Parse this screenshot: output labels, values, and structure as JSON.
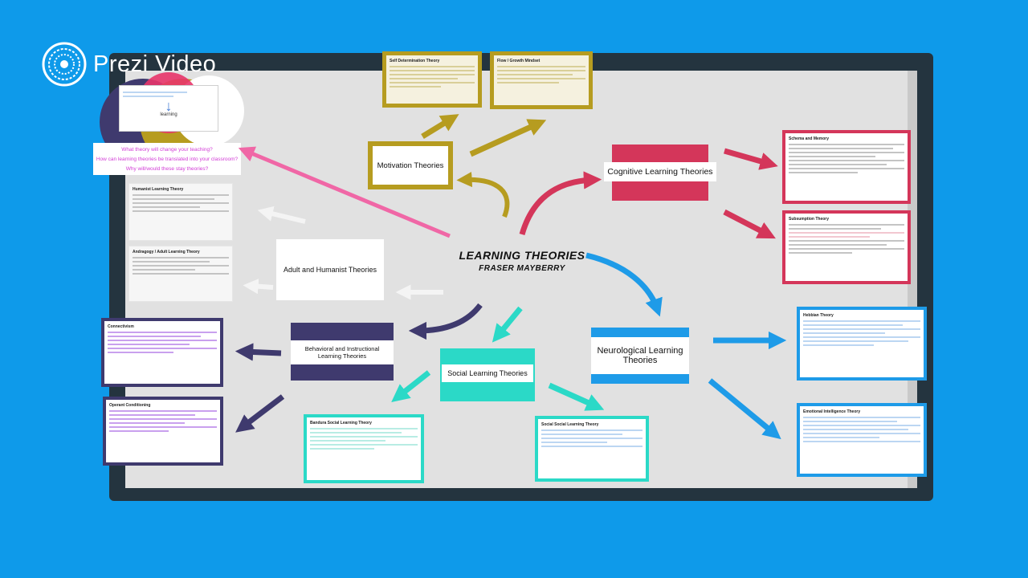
{
  "brand": {
    "name": "Prezi Video"
  },
  "central": {
    "title": "LEARNING THEORIES",
    "author": "FRASER MAYBERRY"
  },
  "theories": {
    "motivation": "Motivation Theories",
    "cognitive": "Cognitive Learning Theories",
    "adult_humanist": "Adult and Humanist Theories",
    "behavioral": "Behavioral and Instructional Learning Theories",
    "social": "Social Learning Theories",
    "neurological": "Neurological Learning Theories"
  },
  "cards": {
    "schema": "Schema and Memory",
    "subsumption": "Subsumption Theory",
    "hebbian": "Hebbian Theory",
    "emotional": "Emotional Intelligence Theory",
    "bandura": "Bandura Social Learning Theory",
    "social_second": "Social Social Learning Theory",
    "andragogy": "Andragogy / Adult Learning Theory",
    "humanist": "Humanist Learning Theory",
    "motivation_first": "Self Determination Theory",
    "motivation_second": "Flow / Growth Mindset",
    "behavior_first": "Connectivism",
    "behavior_second": "Operant Conditioning",
    "overlap_word": "learning"
  },
  "questions": [
    "What theory will change your teaching?",
    "How can learning theories be translated into your classroom?",
    "Why will/would these stay theories?"
  ],
  "colors": {
    "background": "#0E9AEA",
    "frame": "#24343F",
    "board": "#E1E1E1",
    "motivation": "#B69C20",
    "cognitive": "#D4365A",
    "behavioral": "#3F3A6E",
    "social": "#2BD9C7",
    "neurological": "#1E9BE8",
    "pink_arrow": "#F067A6"
  }
}
